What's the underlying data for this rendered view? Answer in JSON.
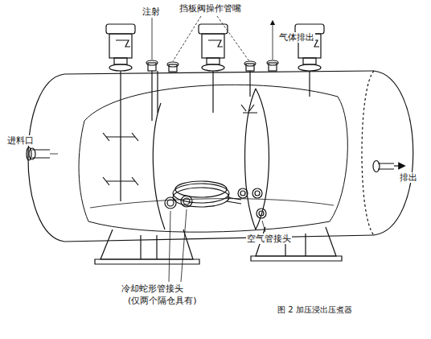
{
  "diagram": {
    "caption": "图 2 加压浸出压煮器",
    "labels": [
      "注射",
      "挡板阀操作管嘴",
      "气体排出",
      "进料口",
      "排出",
      "空气管接头",
      "冷却蛇形管接头",
      "(仅两个隔仓具有)"
    ]
  }
}
